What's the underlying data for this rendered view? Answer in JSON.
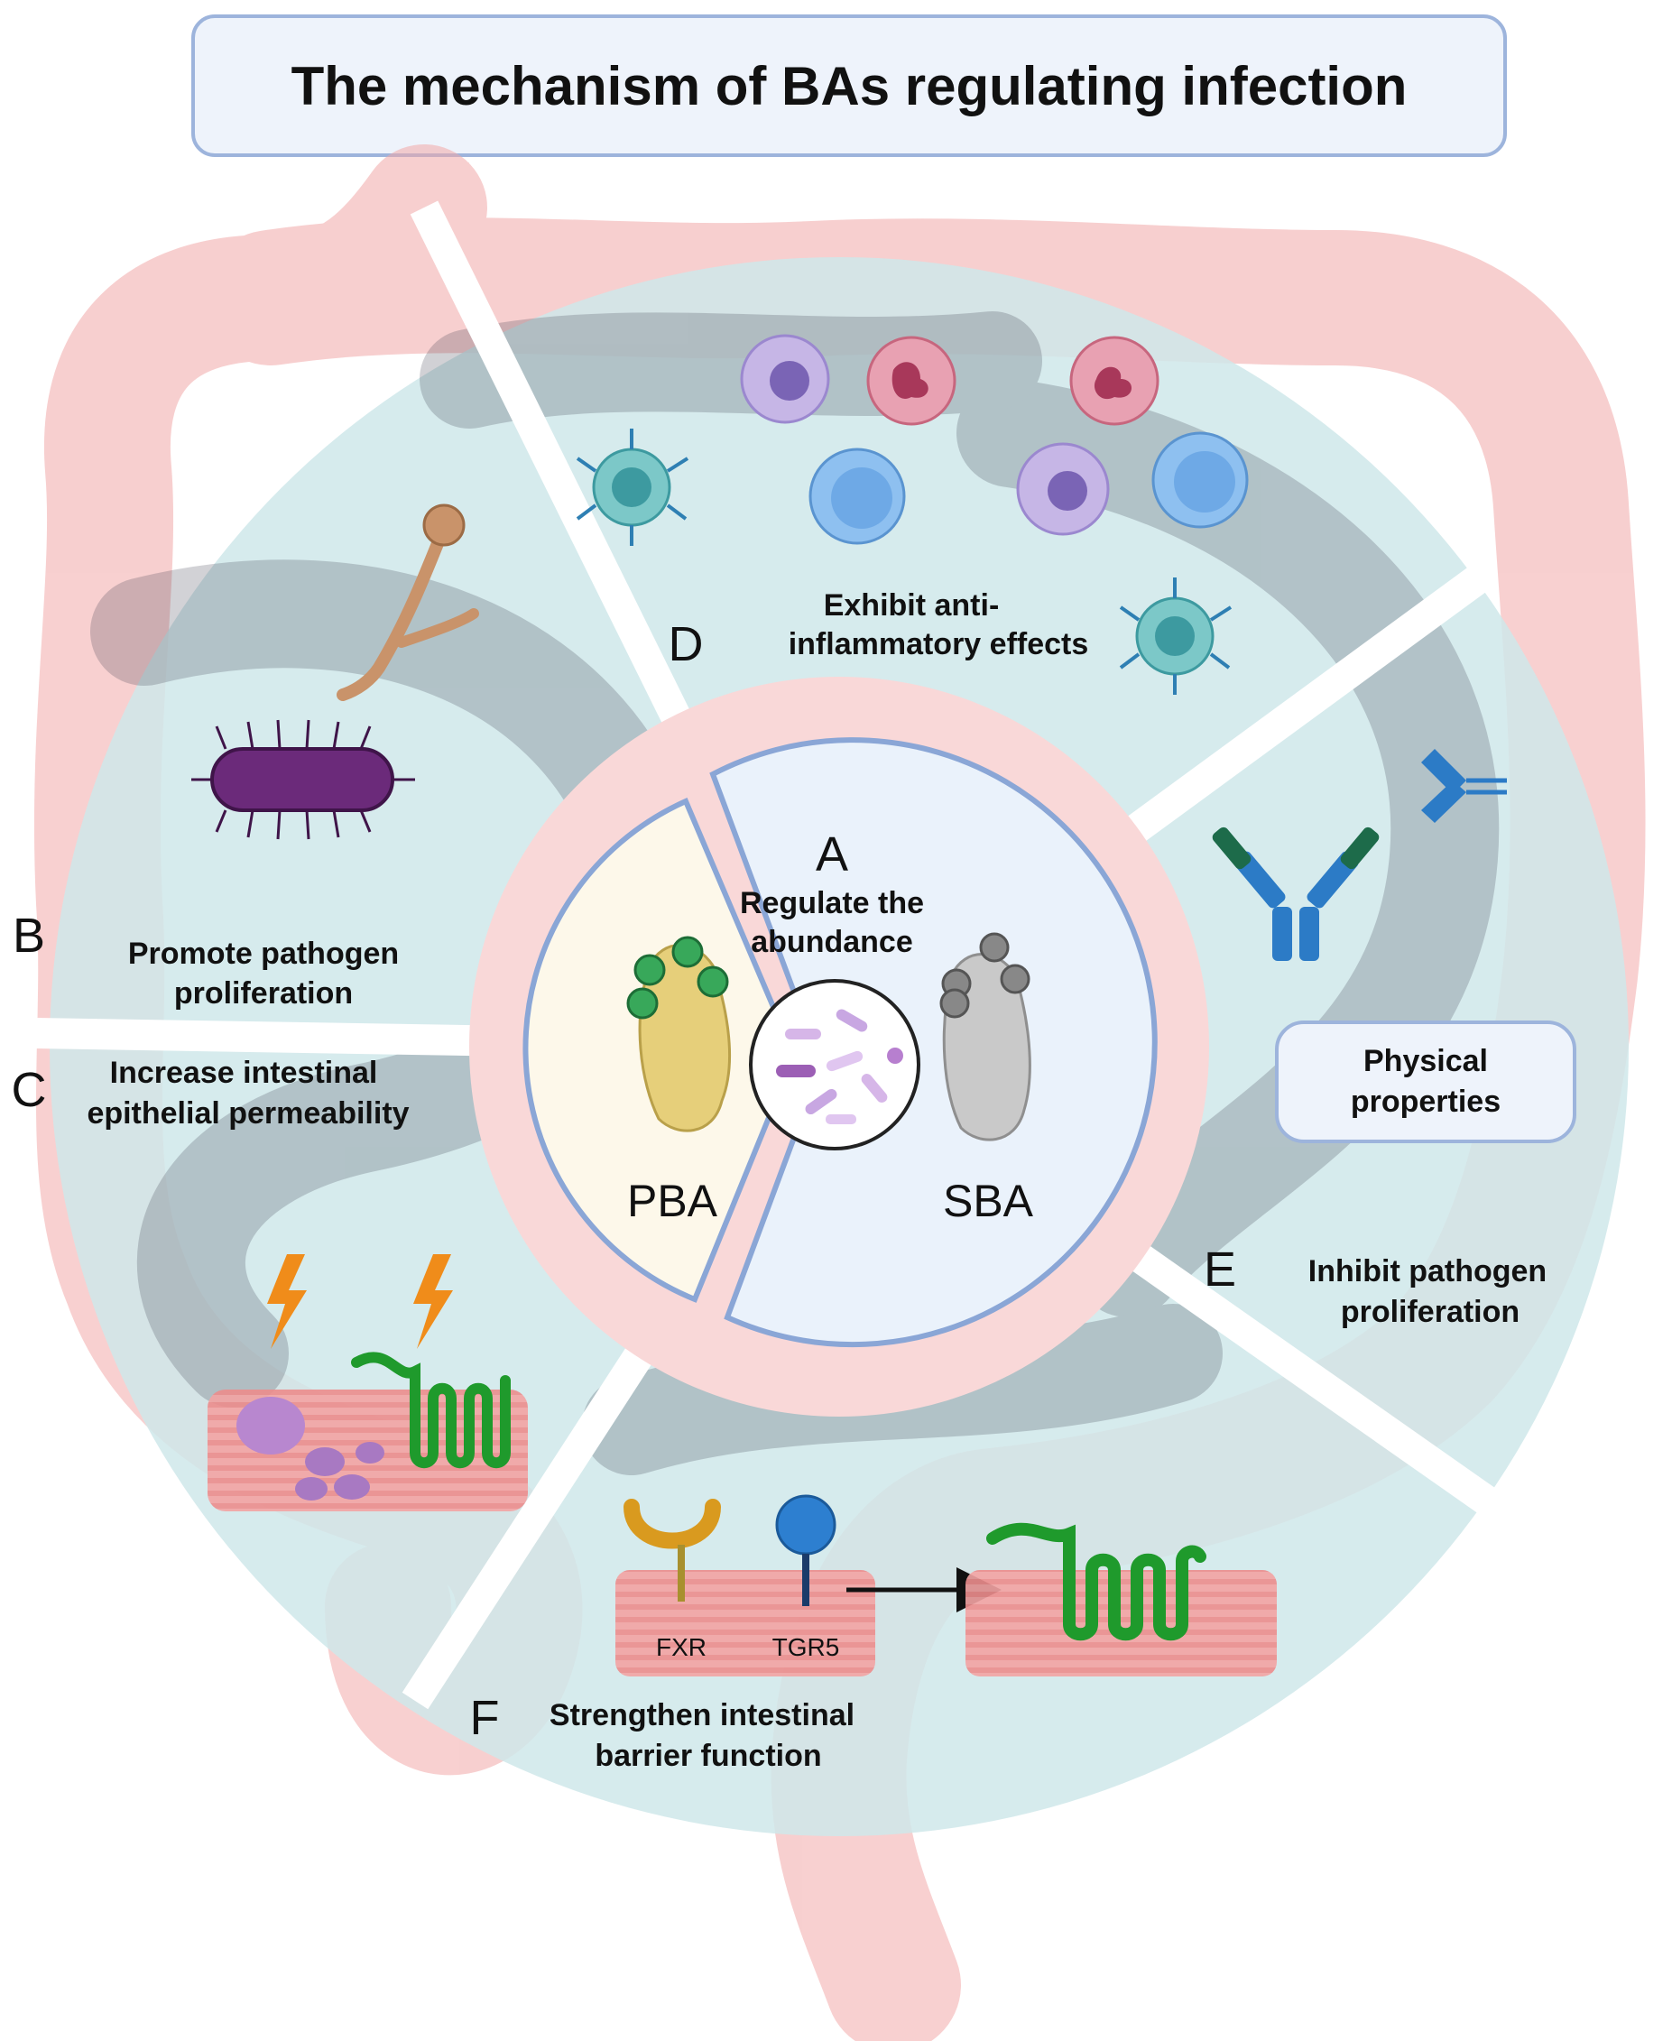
{
  "title": "The mechanism of BAs regulating infection",
  "sections": {
    "A": {
      "letter": "A",
      "text_line1": "Regulate the",
      "text_line2": "abundance"
    },
    "B": {
      "letter": "B",
      "text_line1": "Promote pathogen",
      "text_line2": "proliferation"
    },
    "C": {
      "letter": "C",
      "text_line1": "Increase intestinal",
      "text_line2": "epithelial permeability"
    },
    "D": {
      "letter": "D",
      "text_line1": "Exhibit anti-",
      "text_line2": "inflammatory effects"
    },
    "E": {
      "letter": "E",
      "text_line1": "Inhibit pathogen",
      "text_line2": "proliferation",
      "box_line1": "Physical",
      "box_line2": "properties"
    },
    "F": {
      "letter": "F",
      "text_line1": "Strengthen intestinal",
      "text_line2": "barrier function"
    }
  },
  "center": {
    "pba": "PBA",
    "sba": "SBA"
  },
  "receptors": {
    "fxr": "FXR",
    "tgr5": "TGR5"
  },
  "colors": {
    "teal_ring": "#cfe7ea",
    "gut": "#f4b9b9",
    "pink_inner": "#f9d8d8",
    "sba_fill": "#eaf2fb",
    "pba_fill": "#fdf8ea",
    "outline_blue": "#8aa6d6",
    "bacteria_purple": "#6b2a7a",
    "fungus_tan": "#c9936a",
    "tight_junction_green": "#1f9a2c",
    "lightning_orange": "#f08c1a"
  },
  "icons": [
    "bacterium-icon",
    "fungus-icon",
    "macrophage-icon",
    "neutrophil-icon",
    "lymphocyte-icon",
    "dendritic-cell-icon",
    "antibody-icon",
    "lightning-icon",
    "epithelium-icon",
    "tight-junction-icon",
    "microbiota-icon",
    "bile-acid-icon",
    "receptor-icon",
    "arrow-icon"
  ]
}
